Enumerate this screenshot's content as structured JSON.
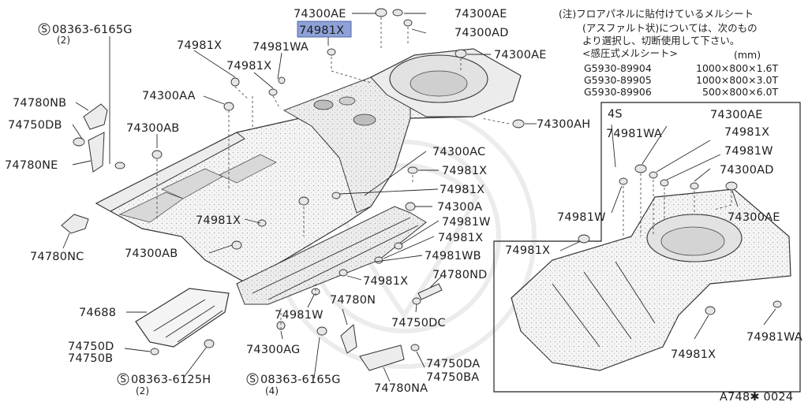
{
  "diagram_code": "A748✱ 0024",
  "note": {
    "line1": "(注)フロアパネルに貼付けているメルシート",
    "line2": "(アスファルト状)については、次のもの",
    "line3": "より選択し、切断使用して下さい。",
    "heading": "<感圧式メルシート>",
    "unit": "(mm)",
    "rows": [
      {
        "part": "G5930-89904",
        "size": "1000×800×1.6T"
      },
      {
        "part": "G5930-89905",
        "size": "1000×800×3.0T"
      },
      {
        "part": "G5930-89906",
        "size": "500×800×6.0T"
      }
    ]
  },
  "inset": {
    "title": "4S",
    "labels": [
      "74300AE",
      "74981WA",
      "74981X",
      "74981W",
      "74300AD",
      "74981W",
      "74300AE",
      "74981X",
      "74981X",
      "74981WA"
    ]
  },
  "labels": {
    "s1": "08363-6165G",
    "s1q": "(2)",
    "l_74780NB": "74780NB",
    "l_74750DB": "74750DB",
    "l_74780NE": "74780NE",
    "l_74981X_a": "74981X",
    "l_74981WA": "74981WA",
    "l_74981X_b": "74981X",
    "l_74300AE_t": "74300AE",
    "l_74300AE_tr": "74300AE",
    "l_74300AD": "74300AD",
    "l_74300AE_r": "74300AE",
    "l_74300AH": "74300AH",
    "l_74300AA": "74300AA",
    "l_74300AB_t": "74300AB",
    "l_74300AC": "74300AC",
    "l_74981X_c": "74981X",
    "l_74981X_d": "74981X",
    "l_74300A": "74300A",
    "l_74981W_a": "74981W",
    "l_74981X_e": "74981X",
    "l_74981WB": "74981WB",
    "l_74981X_f": "74981X",
    "l_74780ND": "74780ND",
    "l_74981X_g": "74981X",
    "l_74780NC": "74780NC",
    "l_74300AB_b": "74300AB",
    "l_74688": "74688",
    "l_74750D": "74750D",
    "l_74750B": "74750B",
    "s2": "08363-6125H",
    "s2q": "(2)",
    "l_74981W_b": "74981W",
    "l_74780N": "74780N",
    "l_74750DC": "74750DC",
    "l_74300AG": "74300AG",
    "s3": "08363-6165G",
    "s3q": "(4)",
    "l_74750DA": "74750DA",
    "l_74750BA": "74750BA",
    "l_74780NA": "74780NA",
    "highlight": "74981X"
  },
  "symbols": {
    "screw": "S"
  }
}
